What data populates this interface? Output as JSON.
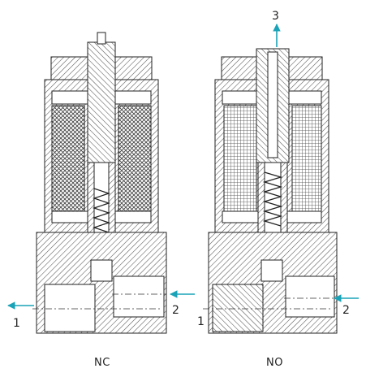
{
  "left_valve": {
    "caption": "NC",
    "port_inlet_label": "2",
    "port_outlet_label": "1"
  },
  "right_valve": {
    "caption": "NO",
    "port_exhaust_label": "3",
    "port_inlet_label": "2",
    "port_outlet_label": "1"
  },
  "colors": {
    "flow_arrow": "#1aa3b8",
    "line": "#222222",
    "hatch": "#444444"
  }
}
